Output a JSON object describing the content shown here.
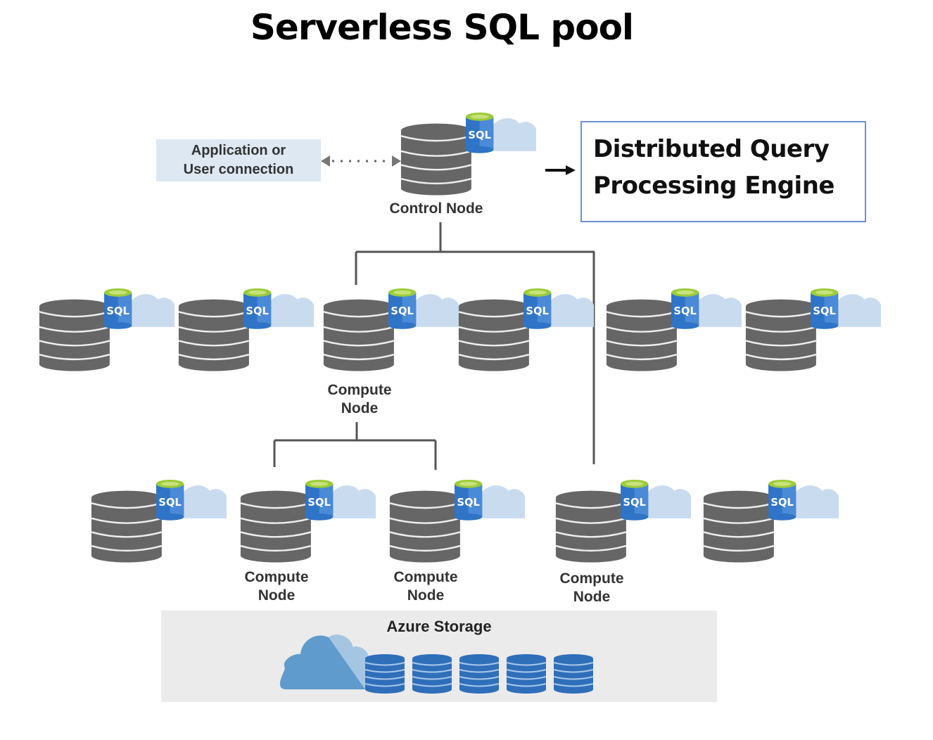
{
  "title": "Serverless SQL pool",
  "client": {
    "label_line1": "Application or",
    "label_line2": "User connection",
    "connection_icon": "bidirectional-dotted-arrow-icon"
  },
  "control_node": {
    "label": "Control Node",
    "icon": "database-sql-cloud-icon",
    "badge": "SQL"
  },
  "engine": {
    "arrow_icon": "right-arrow-icon",
    "line1": "Distributed Query",
    "line2": "Processing Engine"
  },
  "compute_row1": [
    {
      "badge": "SQL",
      "label_line1": "",
      "label_line2": ""
    },
    {
      "badge": "SQL",
      "label_line1": "",
      "label_line2": ""
    },
    {
      "badge": "SQL",
      "label_line1": "Compute",
      "label_line2": "Node"
    },
    {
      "badge": "SQL",
      "label_line1": "",
      "label_line2": ""
    },
    {
      "badge": "SQL",
      "label_line1": "",
      "label_line2": ""
    },
    {
      "badge": "SQL",
      "label_line1": "",
      "label_line2": ""
    }
  ],
  "compute_row2": [
    {
      "badge": "SQL",
      "label_line1": "",
      "label_line2": ""
    },
    {
      "badge": "SQL",
      "label_line1": "Compute",
      "label_line2": "Node"
    },
    {
      "badge": "SQL",
      "label_line1": "Compute",
      "label_line2": "Node"
    },
    {
      "badge": "SQL",
      "label_line1": "Compute",
      "label_line2": "Node"
    },
    {
      "badge": "SQL",
      "label_line1": "",
      "label_line2": ""
    }
  ],
  "storage": {
    "label": "Azure Storage",
    "cloud_icon": "azure-cloud-icon",
    "disk_count": 5
  },
  "colors": {
    "db_gray": "#666666",
    "sql_blue": "#2f74c6",
    "sql_green": "#9ccc3a",
    "cloud_light": "#c9dbef",
    "storage_blue": "#2f6fba",
    "storage_cloud": "#5f9bcc",
    "engine_border": "#6d8fd1",
    "app_box_bg": "#dde8f3"
  }
}
